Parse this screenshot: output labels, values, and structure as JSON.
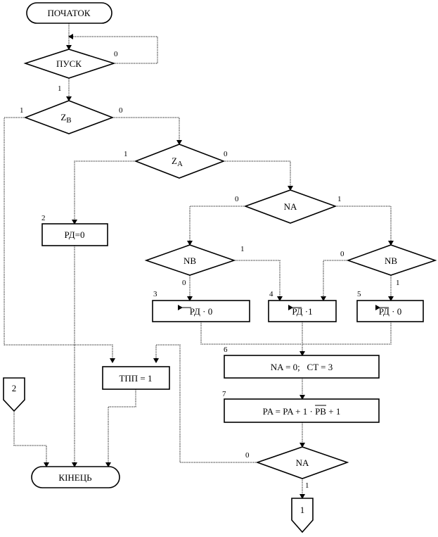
{
  "nodes": {
    "start": "ПОЧАТОК",
    "pusk": "ПУСК",
    "zb": {
      "main": "Z",
      "sub": "В"
    },
    "za": {
      "main": "Z",
      "sub": "A"
    },
    "na_top": "NA",
    "nb_left": "NB",
    "nb_right": "NB",
    "rd0_left": "РД=0",
    "rd_shift0_a": "РД · 0",
    "rd_shift1": "РД ·1",
    "rd_shift0_b": "РД · 0",
    "tpp": "ТПП = 1",
    "na_ct": "NA = 0;   CT = 3",
    "pa_formula": {
      "left": "PA = PA + 1 · ",
      "over": "PB",
      "right": " + 1"
    },
    "na_bottom": "NA",
    "end": "КІНЕЦЬ",
    "conn_in": "2",
    "conn_out": "1"
  },
  "labels": {
    "pusk_0": "0",
    "pusk_1": "1",
    "zb_1": "1",
    "zb_0": "0",
    "za_1": "1",
    "za_0": "0",
    "na_0": "0",
    "na_1": "1",
    "nbl_1": "1",
    "nbl_0": "0",
    "nbr_0": "0",
    "nbr_1": "1",
    "num_2": "2",
    "num_3": "3",
    "num_4": "4",
    "num_5": "5",
    "num_6": "6",
    "num_7": "7",
    "nab_0": "0",
    "nab_1": "1"
  }
}
